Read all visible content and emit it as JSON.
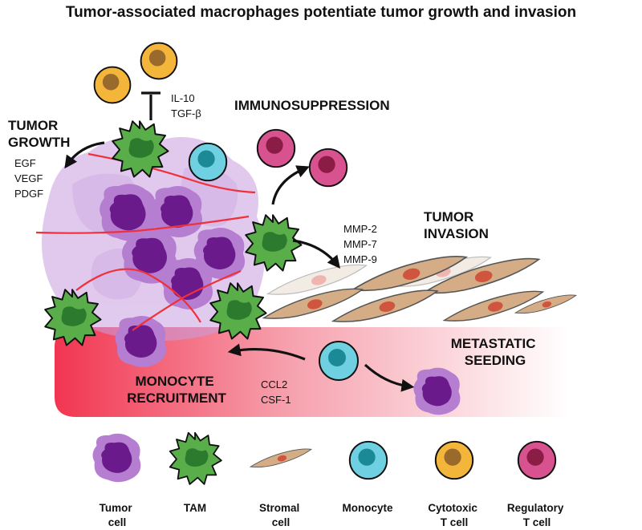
{
  "title": "Tumor-associated macrophages potentiate tumor growth and invasion",
  "headings": {
    "tumor_growth": [
      "TUMOR",
      "GROWTH"
    ],
    "immunosuppression": "IMMUNOSUPPRESSION",
    "tumor_invasion": [
      "TUMOR",
      "INVASION"
    ],
    "metastatic_seeding": [
      "METASTATIC",
      "SEEDING"
    ],
    "monocyte_recruitment": [
      "MONOCYTE",
      "RECRUITMENT"
    ]
  },
  "factors": {
    "growth": [
      "EGF",
      "VEGF",
      "PDGF"
    ],
    "immunosuppressive": [
      "IL-10",
      "TGF-β"
    ],
    "invasion": [
      "MMP-2",
      "MMP-7",
      "MMP-9"
    ],
    "recruitment": [
      "CCL2",
      "CSF-1"
    ]
  },
  "legend": [
    {
      "line1": "Tumor",
      "line2": "cell",
      "icon": "tumor-cell-icon"
    },
    {
      "line1": "TAM",
      "line2": "",
      "icon": "tam-icon"
    },
    {
      "line1": "Stromal",
      "line2": "cell",
      "icon": "stromal-cell-icon"
    },
    {
      "line1": "Monocyte",
      "line2": "",
      "icon": "monocyte-icon"
    },
    {
      "line1": "Cytotoxic",
      "line2": "T cell",
      "icon": "cytotoxic-t-cell-icon"
    },
    {
      "line1": "Regulatory",
      "line2": "T cell",
      "icon": "regulatory-t-cell-icon"
    }
  ],
  "colors": {
    "tumor_outer": "#b57ed0",
    "tumor_inner": "#6a1a8a",
    "tam_outer": "#5aae4a",
    "tam_inner": "#2b7a2e",
    "stromal_outer": "#d4ac85",
    "stromal_inner": "#d0553f",
    "monocyte_outer": "#6ed0e0",
    "monocyte_inner": "#1c8a96",
    "cytotoxic_outer": "#f4b63a",
    "cytotoxic_inner": "#9a6a2c",
    "regulatory_outer": "#d8528f",
    "regulatory_inner": "#8a1c45",
    "vessel": "#f0445a",
    "capillary": "#f0303a"
  }
}
